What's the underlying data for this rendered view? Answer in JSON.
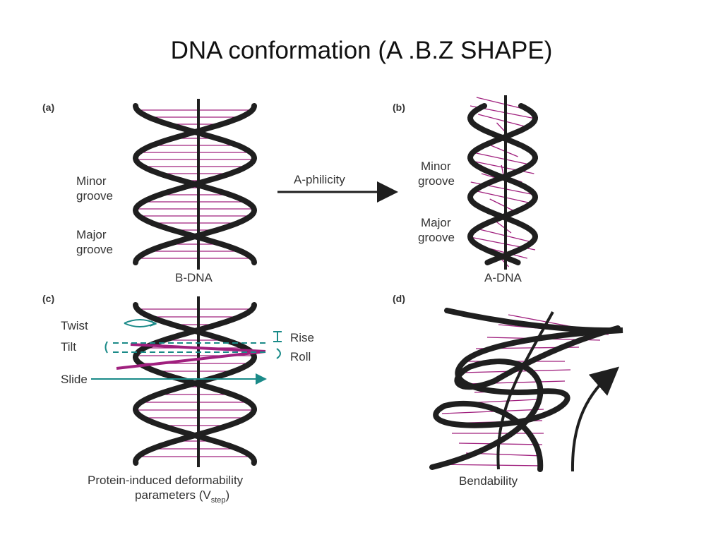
{
  "title": "DNA conformation (A .B.Z SHAPE)",
  "panels": {
    "a": {
      "tag": "(a)",
      "minor_1": "Minor",
      "minor_2": "groove",
      "major_1": "Major",
      "major_2": "groove",
      "caption": "B-DNA"
    },
    "b": {
      "tag": "(b)",
      "minor_1": "Minor",
      "minor_2": "groove",
      "major_1": "Major",
      "major_2": "groove",
      "caption": "A-DNA"
    },
    "c": {
      "tag": "(c)",
      "twist": "Twist",
      "tilt": "Tilt",
      "slide": "Slide",
      "rise": "Rise",
      "roll": "Roll",
      "caption_1": "Protein-induced deformability",
      "caption_2": "parameters (V",
      "caption_sub": "step",
      "caption_end": ")"
    },
    "d": {
      "tag": "(d)",
      "caption": "Bendability"
    }
  },
  "arrow_label": "A-philicity",
  "colors": {
    "strand": "#1f1f1f",
    "basepair": "#a0207e",
    "annotation": "#1a8a88"
  }
}
